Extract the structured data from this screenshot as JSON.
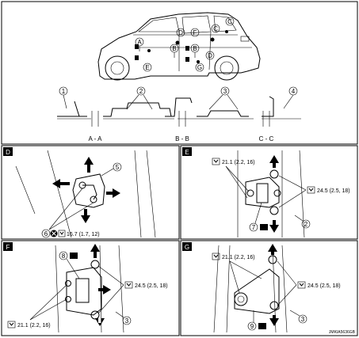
{
  "top": {
    "vehicle_callouts": [
      "A",
      "D",
      "C",
      "B",
      "F",
      "E",
      "G"
    ],
    "circled_numbers": [
      "1",
      "2",
      "3",
      "4"
    ],
    "sections": [
      "A - A",
      "B - B",
      "C - C"
    ]
  },
  "panels": {
    "D": {
      "letter": "D",
      "part_5": "5",
      "part_6": "6",
      "torque": "16.7 (1.7, 12)"
    },
    "E": {
      "letter": "E",
      "torque_left": "21.1 (2.2, 16)",
      "torque_right": "24.5 (2.5, 18)",
      "part_7": "7",
      "part_2": "2"
    },
    "F": {
      "letter": "F",
      "part_8": "8",
      "torque_right": "24.5 (2.5, 18)",
      "torque_bottom": "21.1 (2.2, 16)",
      "part_3": "3"
    },
    "G": {
      "letter": "G",
      "torque_top": "21.1 (2.2, 16)",
      "torque_right": "24.5 (2.5, 18)",
      "part_9": "9",
      "part_3": "3"
    }
  },
  "figure_id": "JMKIA5636GB"
}
